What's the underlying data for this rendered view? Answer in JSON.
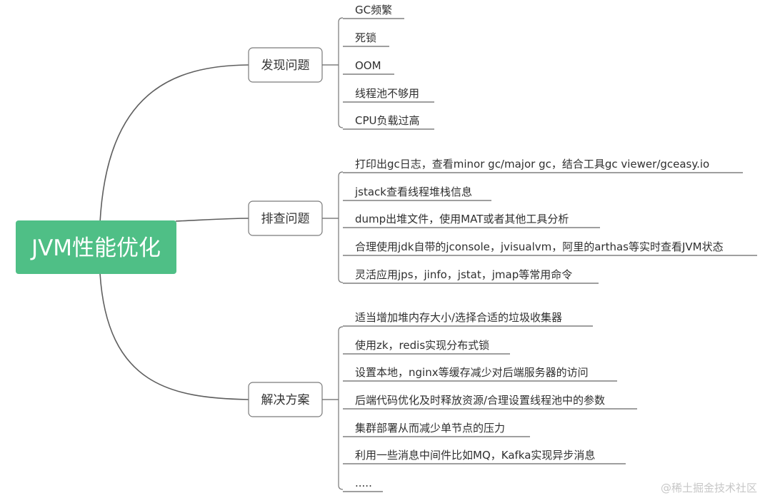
{
  "root": {
    "label": "JVM性能优化"
  },
  "branches": [
    {
      "label": "发现问题",
      "items": [
        "GC频繁",
        "死锁",
        "OOM",
        "线程池不够用",
        "CPU负载过高"
      ]
    },
    {
      "label": "排查问题",
      "items": [
        "打印出gc日志，查看minor gc/major gc，结合工具gc viewer/gceasy.io",
        "jstack查看线程堆栈信息",
        "dump出堆文件，使用MAT或者其他工具分析",
        "合理使用jdk自带的jconsole，jvisualvm，阿里的arthas等实时查看JVM状态",
        "灵活应用jps，jinfo，jstat，jmap等常用命令"
      ]
    },
    {
      "label": "解决方案",
      "items": [
        "适当增加堆内存大小/选择合适的垃圾收集器",
        "使用zk，redis实现分布式锁",
        "设置本地，nginx等缓存减少对后端服务器的访问",
        "后端代码优化及时释放资源/合理设置线程池中的参数",
        "集群部署从而减少单节点的压力",
        "利用一些消息中间件比如MQ，Kafka实现异步消息",
        "....."
      ]
    }
  ],
  "watermark": "@稀土掘金技术社区"
}
